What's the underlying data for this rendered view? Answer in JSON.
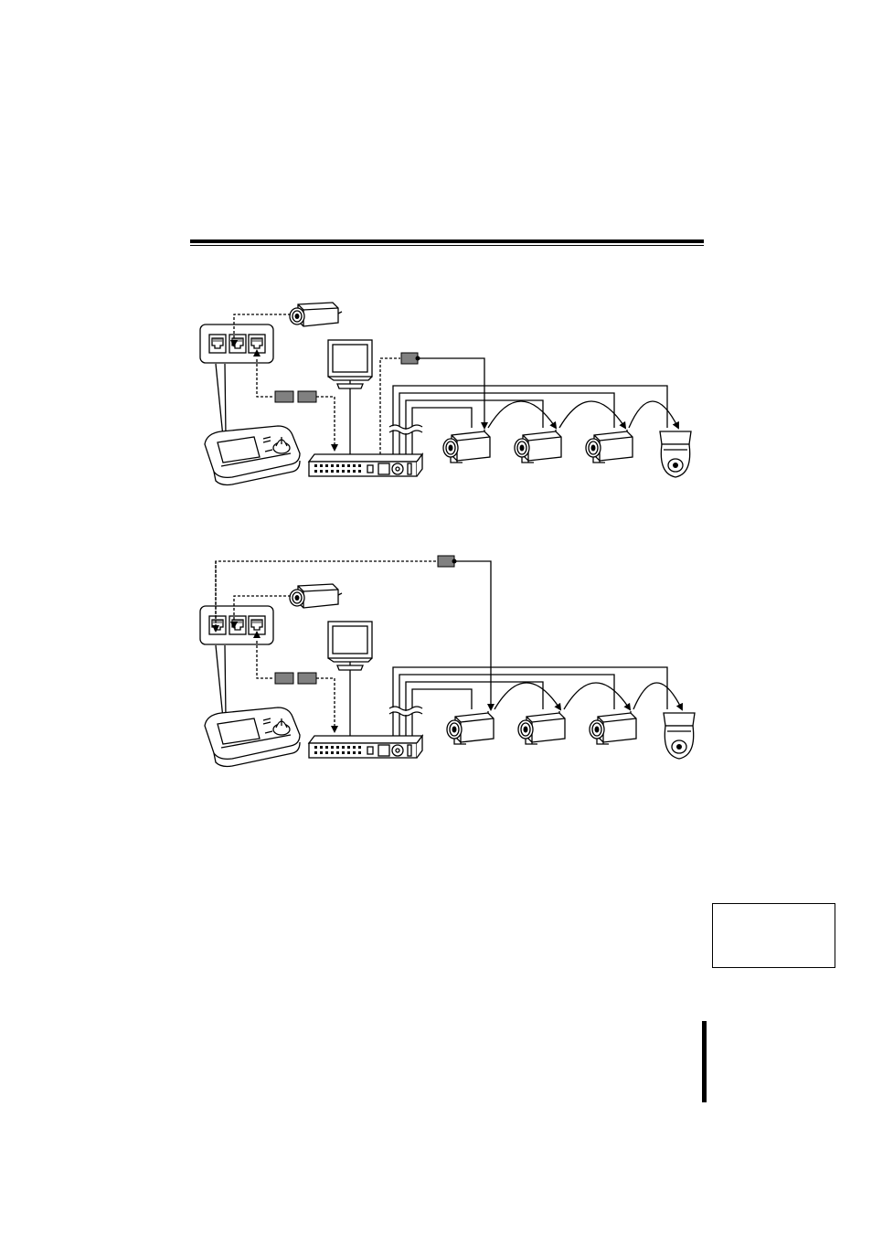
{
  "colors": {
    "line": "#000000",
    "device_fill": "#ffffff",
    "connector_fill": "#808080"
  },
  "diagrams": [
    {
      "devices": [
        "controller-keyboard",
        "connector-panel",
        "box-camera",
        "lcd-monitor",
        "digital-video-recorder",
        "box-camera",
        "box-camera",
        "box-camera",
        "dome-camera"
      ],
      "icons": [
        "keyboard-icon",
        "rj-jack-icon",
        "camera-icon",
        "monitor-icon",
        "recorder-icon",
        "dome-camera-icon"
      ]
    },
    {
      "devices": [
        "controller-keyboard",
        "connector-panel",
        "box-camera",
        "lcd-monitor",
        "digital-video-recorder",
        "box-camera",
        "box-camera",
        "box-camera",
        "dome-camera"
      ],
      "icons": [
        "keyboard-icon",
        "rj-jack-icon",
        "camera-icon",
        "monitor-icon",
        "recorder-icon",
        "dome-camera-icon"
      ]
    }
  ]
}
